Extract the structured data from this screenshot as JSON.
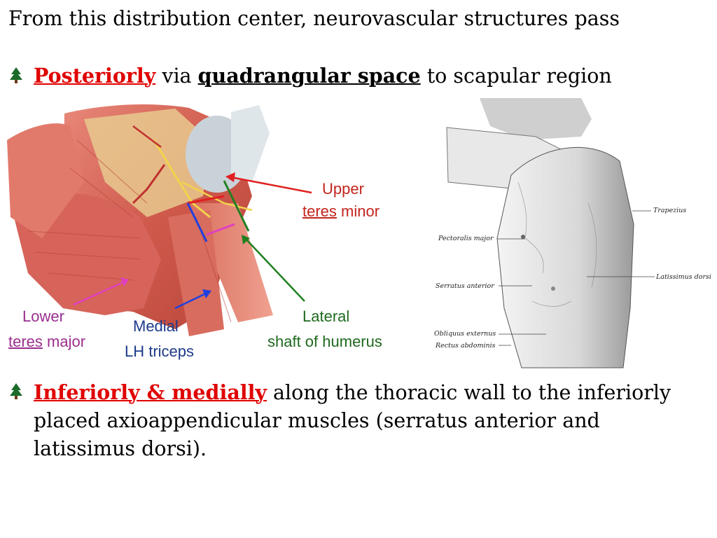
{
  "intro": "From this distribution center, neurovascular structures pass",
  "bullet1": {
    "lead": "Posteriorly",
    "via": " via ",
    "bold": "quadrangular space",
    "rest": " to scapular region"
  },
  "bullet2": {
    "lead": "Inferiorly & medially",
    "rest": " along the thoracic wall to the inferiorly placed axioappendicular muscles (serratus anterior and latissimus dorsi)."
  },
  "left_figure": {
    "upper": "Upper",
    "teres1": "teres",
    "minor": " minor",
    "lower": "Lower",
    "teres2": "teres",
    "major": " major",
    "medial": "Medial",
    "lh_triceps": "LH triceps",
    "lateral": "Lateral",
    "shaft": "shaft of humerus"
  },
  "right_figure": {
    "trapezius": "Trapezius",
    "pectoralis": "Pectoralis major",
    "latissimus": "Latissimus dorsi",
    "serratus": "Serratus anterior",
    "obliquus": "Obliquus externus",
    "rectus": "Rectus abdominis"
  },
  "colors": {
    "emphasis_red": "#e00000",
    "bullet_green": "#1d6b2a",
    "arrow_red": "#e02020",
    "arrow_pink": "#e040c0",
    "arrow_blue": "#2040e0",
    "arrow_green": "#208020"
  }
}
